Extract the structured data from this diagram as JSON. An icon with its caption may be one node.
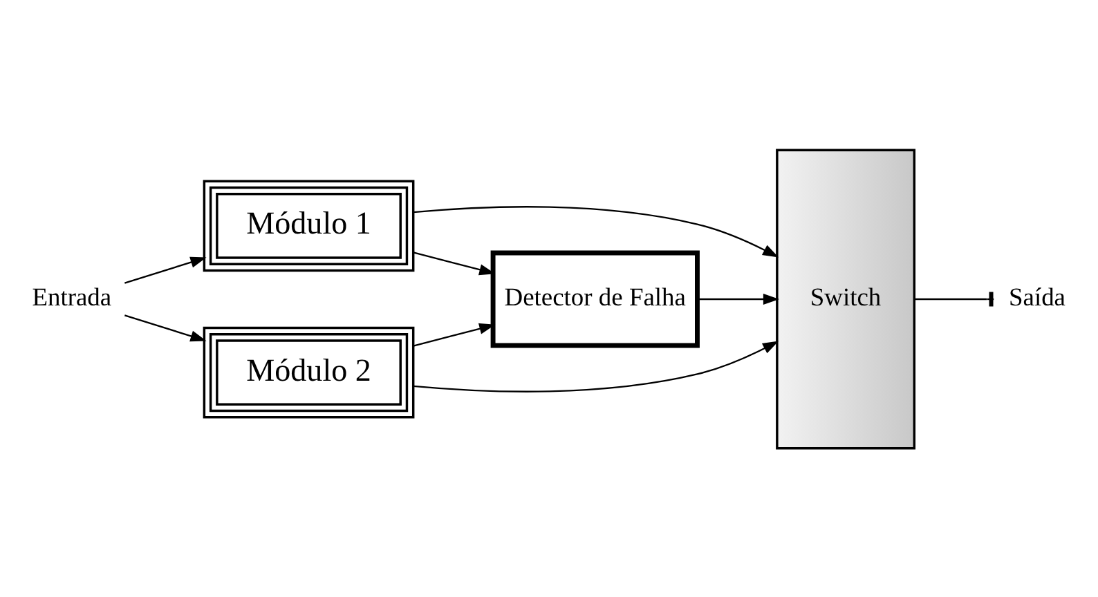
{
  "diagram": {
    "nodes": [
      {
        "text": [
          "Detector de Falha"
        ]
      },
      {
        "text": [
          "Módulo 1"
        ]
      },
      {
        "text": [
          "Módulo 2"
        ]
      },
      {
        "text": [
          "Switch"
        ]
      },
      {
        "text": [
          "Entrada"
        ]
      },
      {
        "text": [
          "Saída"
        ]
      }
    ],
    "edges": [
      {
        "from": 4,
        "to": 1,
        "arrow": "to"
      },
      {
        "from": 4,
        "to": 2,
        "arrow": "to"
      },
      {
        "from": 1,
        "to": 0,
        "arrow": "to"
      },
      {
        "from": 2,
        "to": 0,
        "arrow": "to"
      },
      {
        "from": 1,
        "to": 3,
        "arrow": "to"
      },
      {
        "from": 2,
        "to": 3,
        "arrow": "to"
      },
      {
        "from": 0,
        "to": 3,
        "arrow": "to"
      },
      {
        "from": 3,
        "to": 5,
        "arrow": "other"
      }
    ]
  }
}
